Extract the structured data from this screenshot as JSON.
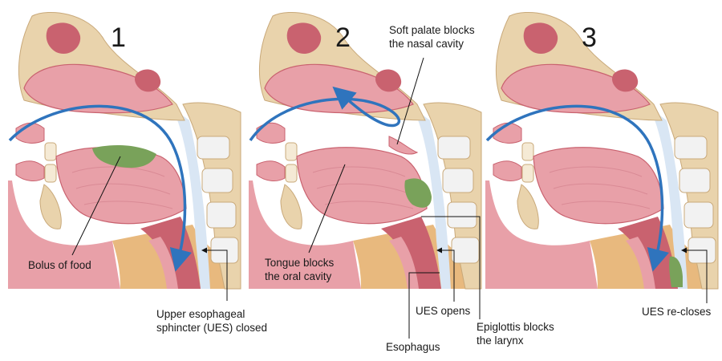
{
  "panels": [
    {
      "number": "1"
    },
    {
      "number": "2"
    },
    {
      "number": "3"
    }
  ],
  "labels": {
    "bolus": [
      "Bolus of food"
    ],
    "ues_closed": [
      "Upper esophageal",
      "sphincter (UES) closed"
    ],
    "soft_palate": [
      "Soft palate blocks",
      "the nasal cavity"
    ],
    "tongue": [
      "Tongue blocks",
      "the oral cavity"
    ],
    "ues_opens": [
      "UES opens"
    ],
    "esophagus": [
      "Esophagus"
    ],
    "epiglottis": [
      "Epiglottis blocks",
      "the larynx"
    ],
    "ues_recloses": [
      "UES re-closes"
    ]
  },
  "colors": {
    "tissue": "#e8a0a8",
    "tissue_dark": "#c9626f",
    "bone": "#e9d3ac",
    "bone_edge": "#c9a97a",
    "skin": "#e8b97e",
    "airway": "#d9e6f4",
    "bolus": "#79a25a",
    "arrow": "#2f74bd",
    "vertebra": "#f2f2f2"
  }
}
